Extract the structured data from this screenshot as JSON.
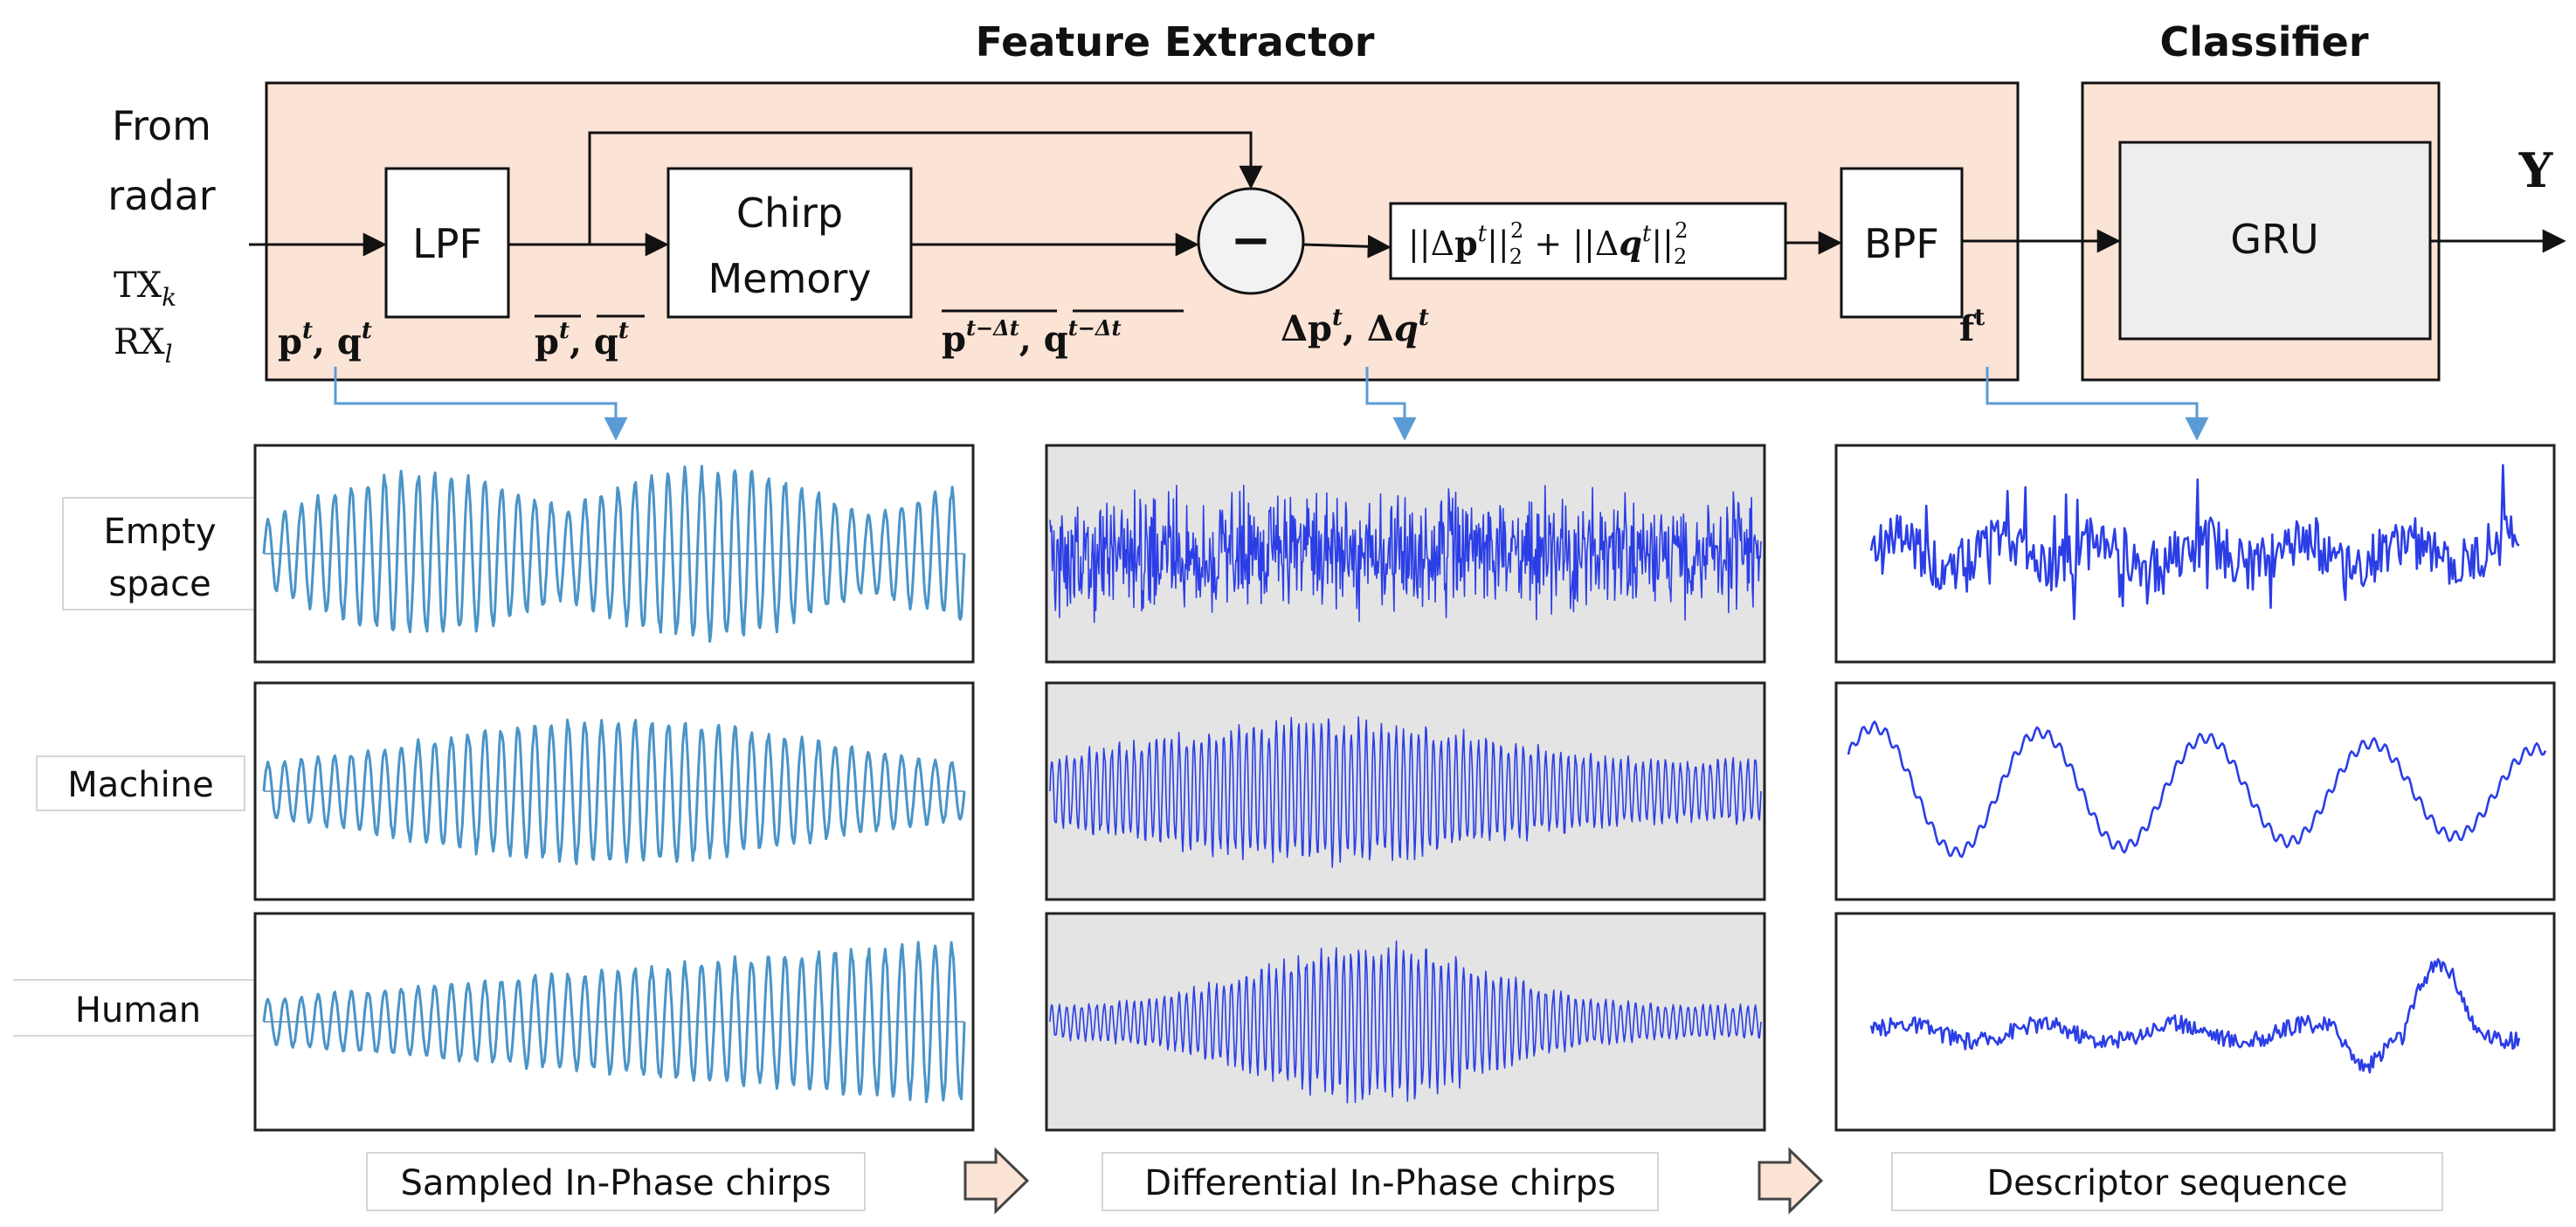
{
  "titles": {
    "feature_extractor": "Feature Extractor",
    "classifier": "Classifier"
  },
  "input": {
    "line1": "From",
    "line2": "radar",
    "tx_base": "TX",
    "tx_sub": "k",
    "rx_base": "RX",
    "rx_sub": "l"
  },
  "blocks": {
    "lpf": "LPF",
    "chirp_memory_1": "Chirp",
    "chirp_memory_2": "Memory",
    "subtract": "−",
    "bpf": "BPF",
    "gru": "GRU"
  },
  "norm_formula": {
    "open": "||Δ",
    "p": "p",
    "t1": "t",
    "mid": "||",
    "sub1": "2",
    "sup1": "2",
    "plus": " + ||Δ",
    "q": "q",
    "t2": "t",
    "close": "||",
    "sub2": "2",
    "sup2": "2"
  },
  "signals": {
    "pq_p": "p",
    "pq_t1": "t",
    "pq_sep": ", ",
    "pq_q": "q",
    "pq_t2": "t",
    "lpf_out_p": "p",
    "lpf_out_t1": "t",
    "lpf_out_sep": ", ",
    "lpf_out_q": "q",
    "lpf_out_t2": "t",
    "mem_out_p": "p",
    "mem_out_t1": "t−Δt",
    "mem_out_sep": ", ",
    "mem_out_q": "q",
    "mem_out_t2": "t−Δt",
    "diff_d1": "Δ",
    "diff_p": "p",
    "diff_t1": "t",
    "diff_sep": ", Δ",
    "diff_q": "q",
    "diff_t2": "t",
    "f_base": "f",
    "f_sup": "t",
    "output": "Y"
  },
  "row_labels": {
    "empty_1": "Empty",
    "empty_2": "space",
    "machine": "Machine",
    "human": "Human"
  },
  "captions": {
    "sampled": "Sampled In-Phase chirps",
    "differential": "Differential In-Phase chirps",
    "descriptor": "Descriptor sequence"
  },
  "colors": {
    "panel_fill": "#fbe3d6",
    "connector_blue": "#5b9bd5",
    "wave_light_blue": "#4a94c8",
    "wave_dark_blue": "#2b3ee6",
    "gru_fill": "#eeeeee",
    "plot_gray_bg": "#e4e4e4"
  },
  "plots": [
    {
      "row": "empty",
      "column": "sampled"
    },
    {
      "row": "empty",
      "column": "differential"
    },
    {
      "row": "empty",
      "column": "descriptor"
    },
    {
      "row": "machine",
      "column": "sampled"
    },
    {
      "row": "machine",
      "column": "differential"
    },
    {
      "row": "machine",
      "column": "descriptor"
    },
    {
      "row": "human",
      "column": "sampled"
    },
    {
      "row": "human",
      "column": "differential"
    },
    {
      "row": "human",
      "column": "descriptor"
    }
  ]
}
